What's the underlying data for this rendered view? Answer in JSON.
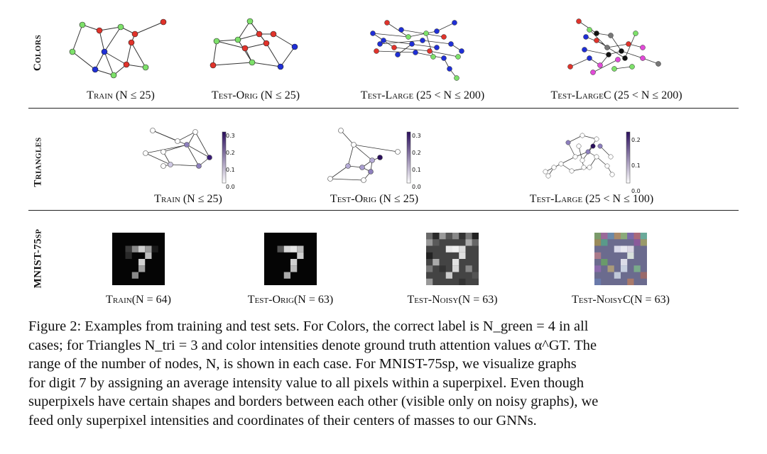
{
  "rows": {
    "colors_label": "Colors",
    "triangles_label": "Triangles",
    "mnist_label": "MNIST-75sp"
  },
  "colors_captions": [
    {
      "name": "Train",
      "range": "(N ≤ 25)"
    },
    {
      "name": "Test-Orig",
      "range": "(N ≤ 25)"
    },
    {
      "name": "Test-Large",
      "range": "(25 < N ≤ 200)"
    },
    {
      "name": "Test-LargeC",
      "range": "(25 < N ≤ 200)"
    }
  ],
  "triangles_captions": [
    {
      "name": "Train",
      "range": "(N ≤ 25)"
    },
    {
      "name": "Test-Orig",
      "range": "(N ≤ 25)"
    },
    {
      "name": "Test-Large",
      "range": "(25 < N ≤ 100)"
    }
  ],
  "triangles_colorbars": [
    {
      "ticks": [
        "0.3",
        "0.2",
        "0.1",
        "0.0"
      ]
    },
    {
      "ticks": [
        "0.3",
        "0.2",
        "0.1",
        "0.0"
      ]
    },
    {
      "ticks": [
        "0.2",
        "0.1",
        "0.0"
      ]
    }
  ],
  "mnist_captions": [
    {
      "name": "Train",
      "range": "(N = 64)"
    },
    {
      "name": "Test-Orig",
      "range": "(N = 63)"
    },
    {
      "name": "Test-Noisy",
      "range": "(N = 63)"
    },
    {
      "name": "Test-NoisyC",
      "range": "(N = 63)"
    }
  ],
  "caption": {
    "lines": [
      "Figure 2: Examples from training and test sets. For Colors, the correct label is N_green = 4 in all",
      "cases; for Triangles N_tri = 3 and color intensities denote ground truth attention values α^GT. The",
      "range of the number of nodes, N, is shown in each case. For MNIST-75sp, we visualize graphs",
      "for digit 7 by assigning an average intensity value to all pixels within a superpixel. Even though",
      "superpixels have certain shapes and borders between each other (visible only on noisy graphs), we",
      "feed only superpixel intensities and coordinates of their centers of masses to our GNNs."
    ]
  },
  "colors": {
    "red": "#e0332b",
    "blue": "#1f2fd6",
    "green": "#7de06a",
    "black": "#111111",
    "magenta": "#e24ad8",
    "gray": "#777777",
    "attention_dark": "#2b0f5e"
  }
}
